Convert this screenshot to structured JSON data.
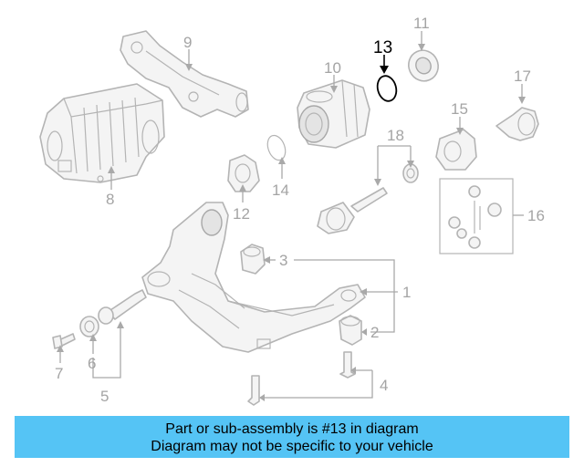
{
  "callouts": {
    "c1": "1",
    "c2": "2",
    "c3": "3",
    "c4": "4",
    "c5": "5",
    "c6": "6",
    "c7": "7",
    "c8": "8",
    "c9": "9",
    "c10": "10",
    "c11": "11",
    "c12": "12",
    "c13": "13",
    "c14": "14",
    "c15": "15",
    "c16": "16",
    "c17": "17",
    "c18": "18"
  },
  "highlighted_part": "13",
  "banner": {
    "line1": "Part or sub-assembly is #13 in diagram",
    "line2": "Diagram may not be specific to your vehicle"
  },
  "colors": {
    "banner_bg": "#55c4f5",
    "part_line": "#b4b4b4",
    "highlight": "#000000"
  }
}
